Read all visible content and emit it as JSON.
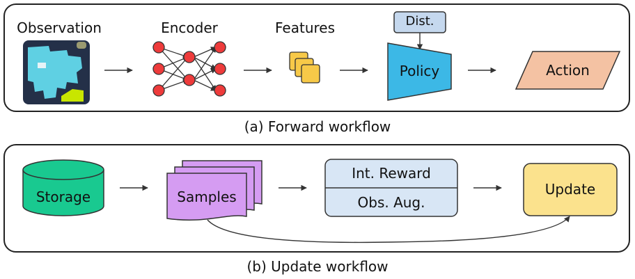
{
  "forward": {
    "caption": "(a) Forward workflow",
    "observation_label": "Observation",
    "encoder_label": "Encoder",
    "features_label": "Features",
    "dist_label": "Dist.",
    "policy_label": "Policy",
    "action_label": "Action"
  },
  "update": {
    "caption": "(b) Update workflow",
    "storage_label": "Storage",
    "samples_label": "Samples",
    "int_reward_label": "Int. Reward",
    "obs_aug_label": "Obs. Aug.",
    "update_label": "Update"
  },
  "colors": {
    "node_red": "#ee3b3b",
    "feature_yellow": "#f7c948",
    "dist_blue": "#c5d8ee",
    "policy_blue": "#3cb8e6",
    "action_peach": "#f4c2a3",
    "storage_green": "#19c990",
    "samples_purple": "#d59cf2",
    "aug_box_blue": "#d8e6f5",
    "update_yellow": "#fbe28d",
    "game_teal": "#5fd0e3"
  }
}
